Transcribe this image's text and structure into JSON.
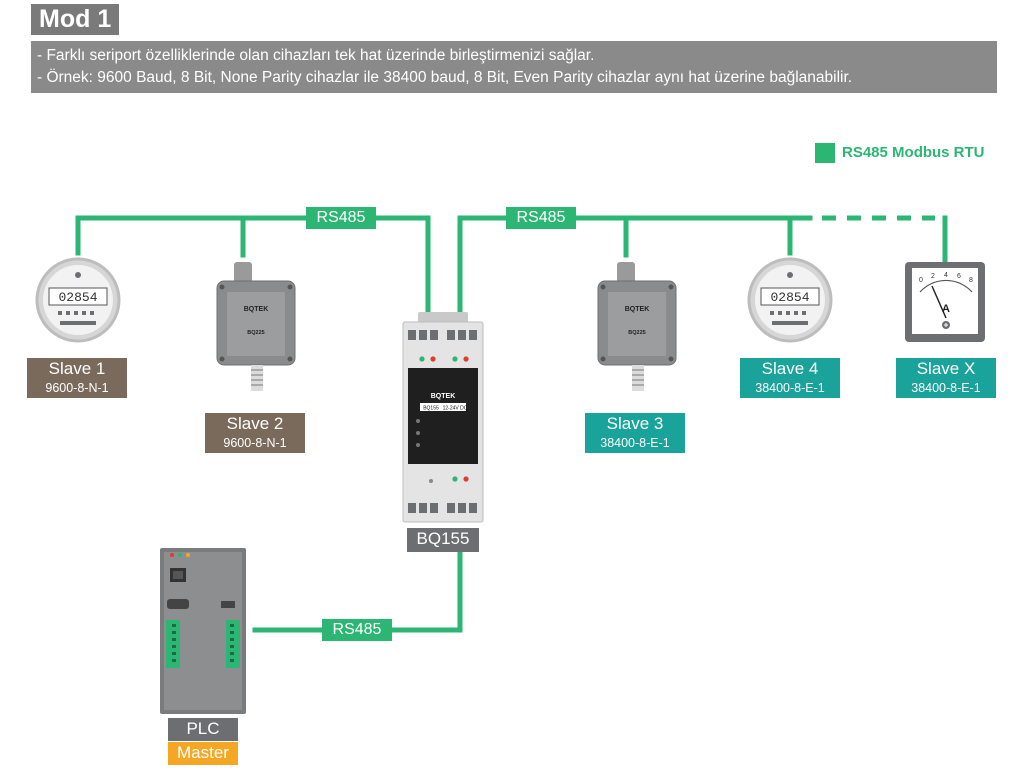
{
  "header": {
    "title": "Mod 1",
    "lines": [
      "- Farklı seriport özelliklerinde olan cihazları tek hat üzerinde birleştirmenizi sağlar.",
      "- Örnek: 9600 Baud, 8 Bit, None Parity cihazlar ile 38400 baud, 8 Bit, Even Parity cihazlar aynı hat üzerine bağlanabilir."
    ]
  },
  "legend": {
    "label": "RS485 Modbus RTU",
    "color": "#2bb673"
  },
  "colors": {
    "bus": "#2bb673",
    "slave_old": "#7a6a5c",
    "slave_new": "#1aa39a",
    "gateway": "#6d6e71",
    "master": "#f5a623",
    "plc": "#6d6e71"
  },
  "bus_labels": {
    "left": "RS485",
    "right": "RS485",
    "bottom": "RS485"
  },
  "devices": {
    "slave1": {
      "name": "Slave 1",
      "params": "9600-8-N-1",
      "icon": "energy-meter-icon",
      "display": "02854"
    },
    "slave2": {
      "name": "Slave 2",
      "params": "9600-8-N-1",
      "icon": "sensor-icon",
      "brand": "BQTEK",
      "model": "BQ225"
    },
    "slave3": {
      "name": "Slave 3",
      "params": "38400-8-E-1",
      "icon": "sensor-icon",
      "brand": "BQTEK",
      "model": "BQ225"
    },
    "slave4": {
      "name": "Slave 4",
      "params": "38400-8-E-1",
      "icon": "energy-meter-icon",
      "display": "02854"
    },
    "slavex": {
      "name": "Slave X",
      "params": "38400-8-E-1",
      "icon": "ammeter-icon",
      "scale": [
        "0",
        "2",
        "4",
        "6",
        "8"
      ],
      "unit": "A"
    },
    "gateway": {
      "name": "BQ155",
      "brand": "BQTEK",
      "model": "BQ155",
      "supply": "12-24V DC"
    },
    "plc": {
      "name": "PLC",
      "role": "Master"
    }
  }
}
